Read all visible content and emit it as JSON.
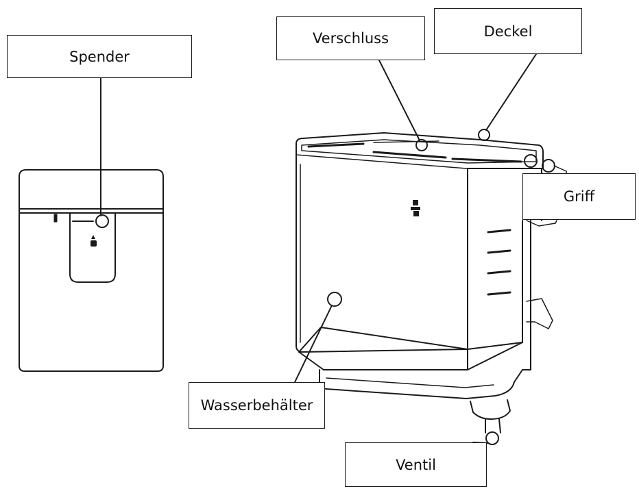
{
  "labels": {
    "spender": "Spender",
    "verschluss": "Verschluss",
    "deckel": "Deckel",
    "griff": "Griff",
    "wasserbehaelter": "Wasserbehälter",
    "ventil": "Ventil"
  },
  "colors": {
    "line": "#1a1a1a",
    "background": "#ffffff",
    "text": "#111111"
  }
}
